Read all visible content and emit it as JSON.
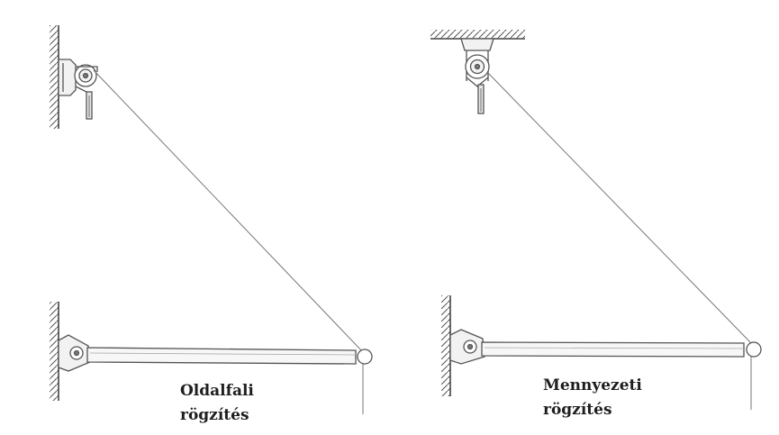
{
  "diagrams": [
    {
      "id": "wall",
      "caption_line1": "Oldalfali",
      "caption_line2": "rögzítés"
    },
    {
      "id": "ceiling",
      "caption_line1": "Mennyezeti",
      "caption_line2": "rögzítés"
    }
  ]
}
